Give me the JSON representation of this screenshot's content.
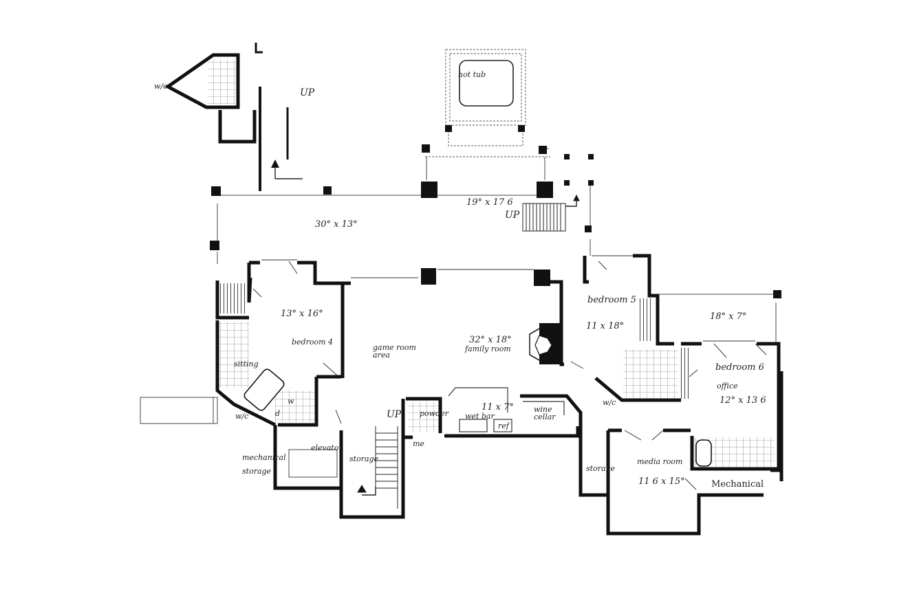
{
  "diagram": {
    "rooms": {
      "hot_tub": "hot tub",
      "deck_left_dims": "30° x 13°",
      "deck_right_dims": "19° x 17 6",
      "up_top": "UP",
      "up_deck": "UP",
      "up_stair": "UP",
      "bedroom4_name": "bedroom 4",
      "bedroom4_dims": "13° x 16°",
      "sitting": "sitting",
      "wc_left": "w/c",
      "wc_top": "w/c",
      "w": "w",
      "d": "d",
      "game_room": "game room area",
      "family_room": "family room",
      "family_dims": "32° x 18°",
      "powder": "powder",
      "me": "me",
      "wet_bar": "wet bar",
      "wet_bar_dims": "11 x 7°",
      "ref": "ref",
      "wine_cellar": "wine cellar",
      "bedroom5_name": "bedroom 5",
      "bedroom5_dims": "11 x 18°",
      "patio_right_dims": "18° x 7°",
      "bedroom6_name": "bedroom 6",
      "office": "office",
      "bedroom6_dims": "12° x 13 6",
      "wc_right": "w/c",
      "media_room": "media room",
      "media_dims": "11 6 x 15°",
      "mechanical": "Mechanical",
      "mech_storage": "mechanical storage",
      "elevator": "elevator",
      "storage_left": "storage",
      "storage_right": "storage"
    }
  }
}
